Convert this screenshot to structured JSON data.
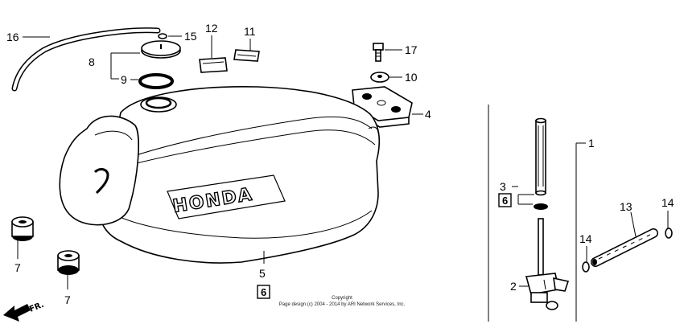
{
  "callouts": {
    "c1": "1",
    "c2": "2",
    "c3": "3",
    "c4": "4",
    "c5": "5",
    "c7a": "7",
    "c7b": "7",
    "c8": "8",
    "c9": "9",
    "c10": "10",
    "c11": "11",
    "c12": "12",
    "c13": "13",
    "c14a": "14",
    "c14b": "14",
    "c15": "15",
    "c16": "16",
    "c17": "17"
  },
  "boxed_refs": {
    "b6a": "6",
    "b6b": "6"
  },
  "tank_lettering": "HONDA",
  "front_indicator": "FR.",
  "copyright": {
    "line1": "Copyright",
    "line2": "Page design (c) 2004 - 2014 by ARI Network Services, Inc."
  }
}
